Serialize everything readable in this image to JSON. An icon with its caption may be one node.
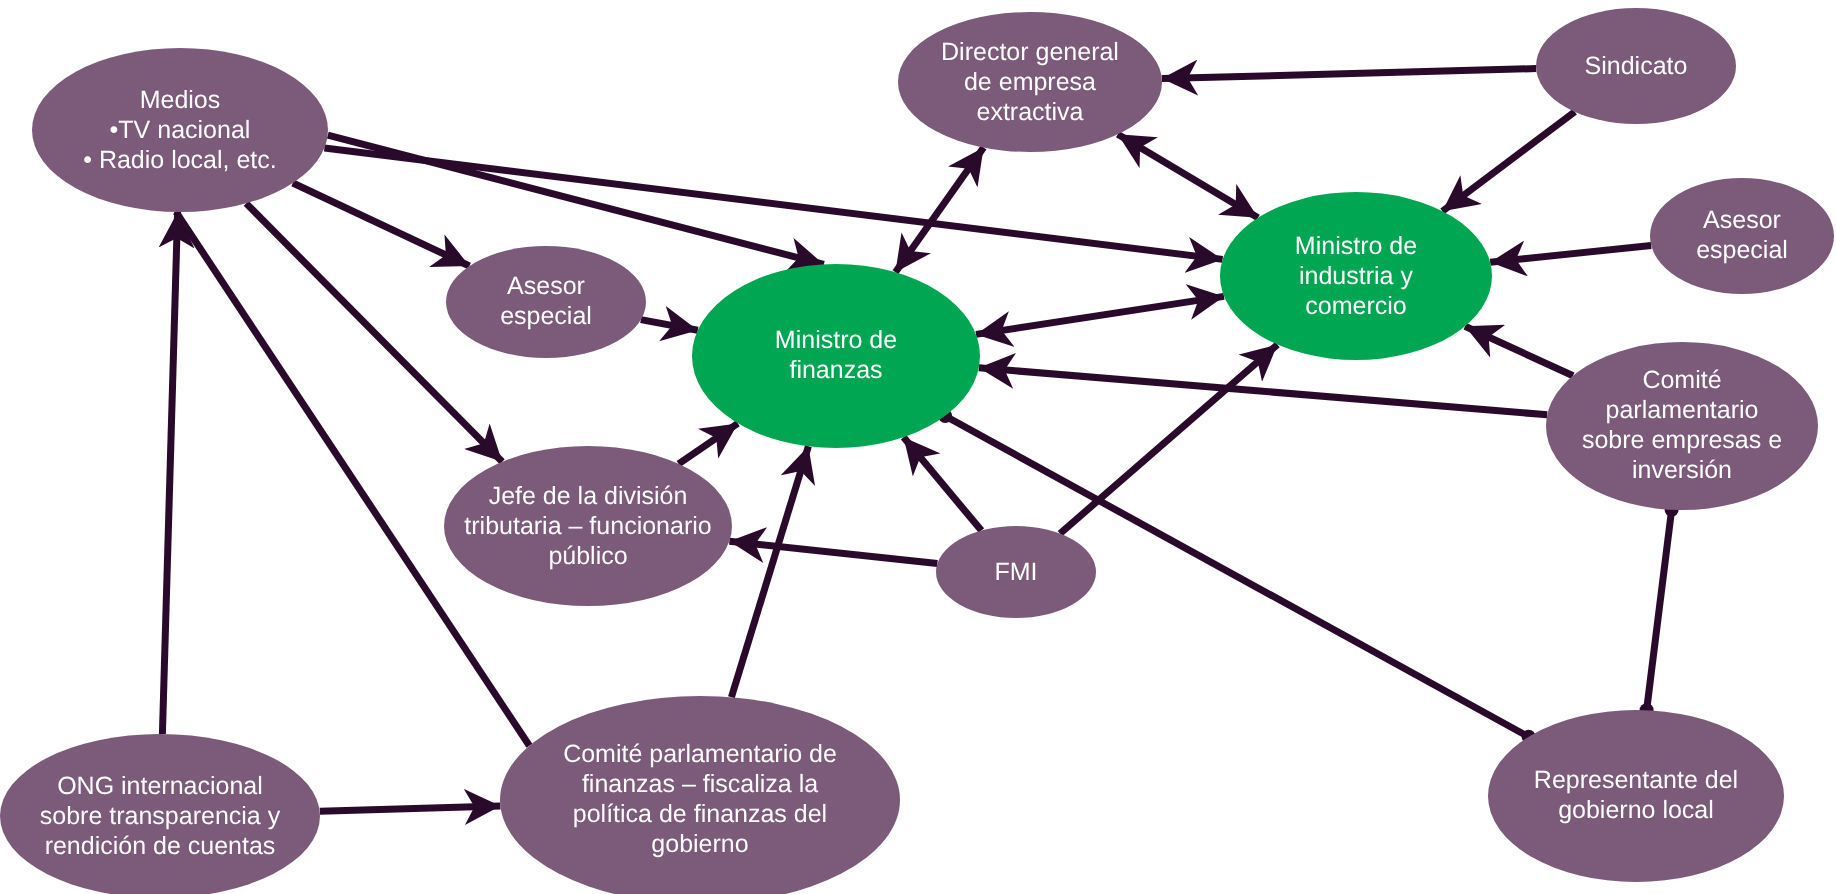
{
  "diagram": {
    "nodes": [
      {
        "text": [
          "Medios",
          "•TV nacional",
          "• Radio local, etc."
        ]
      },
      {
        "text": [
          "Director general de empresa extractiva"
        ]
      },
      {
        "text": [
          "Sindicato"
        ]
      },
      {
        "text": [
          "Asesor especial"
        ]
      },
      {
        "text": [
          "Ministro de finanzas"
        ]
      },
      {
        "text": [
          "Ministro de industria y comercio"
        ]
      },
      {
        "text": [
          "Asesor especial"
        ]
      },
      {
        "text": [
          "Comité parlamentario sobre empresas e inversión"
        ]
      },
      {
        "text": [
          "Jefe de la división tributaria – funcionario público"
        ]
      },
      {
        "text": [
          "FMI"
        ]
      },
      {
        "text": [
          "ONG internacional sobre transparencia y rendición de cuentas"
        ]
      },
      {
        "text": [
          "Comité parlamentario de finanzas – fiscaliza la política de finanzas del gobierno"
        ]
      },
      {
        "text": [
          "Representante del gobierno local"
        ]
      }
    ],
    "edges": [
      {
        "from": 0,
        "to": 5,
        "arrow": "to"
      },
      {
        "from": 0,
        "to": 4,
        "arrow": "to"
      },
      {
        "from": 0,
        "to": 3,
        "arrow": "to"
      },
      {
        "from": 0,
        "to": 8,
        "arrow": "to"
      },
      {
        "from": 0,
        "to": 11,
        "arrow": "none"
      },
      {
        "from": 10,
        "to": 0,
        "arrow": "to"
      },
      {
        "from": 10,
        "to": 11,
        "arrow": "to"
      },
      {
        "from": 3,
        "to": 4,
        "arrow": "to"
      },
      {
        "from": 8,
        "to": 4,
        "arrow": "to"
      },
      {
        "from": 11,
        "to": 4,
        "arrow": "to"
      },
      {
        "from": 9,
        "to": 4,
        "arrow": "to"
      },
      {
        "from": 9,
        "to": 8,
        "arrow": "to"
      },
      {
        "from": 9,
        "to": 5,
        "arrow": "to"
      },
      {
        "from": 4,
        "to": 1,
        "arrow": "both"
      },
      {
        "from": 4,
        "to": 5,
        "arrow": "both"
      },
      {
        "from": 1,
        "to": 5,
        "arrow": "both"
      },
      {
        "from": 2,
        "to": 1,
        "arrow": "to"
      },
      {
        "from": 2,
        "to": 5,
        "arrow": "to"
      },
      {
        "from": 6,
        "to": 5,
        "arrow": "to"
      },
      {
        "from": 7,
        "to": 5,
        "arrow": "to"
      },
      {
        "from": 7,
        "to": 4,
        "arrow": "to"
      },
      {
        "from": 4,
        "to": 12,
        "arrow": "other"
      },
      {
        "from": 7,
        "to": 12,
        "arrow": "other"
      }
    ]
  }
}
